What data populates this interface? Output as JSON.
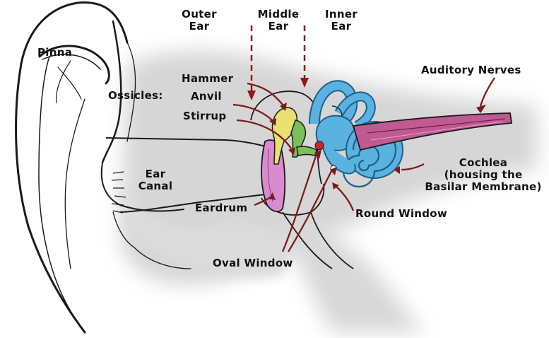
{
  "sections": {
    "outer": [
      "Outer",
      "Ear"
    ],
    "middle": [
      "Middle",
      "Ear"
    ],
    "inner": [
      "Inner",
      "Ear"
    ]
  },
  "labels": {
    "pinna": "Pinna",
    "ossicles": "Ossicles:",
    "hammer": "Hammer",
    "anvil": "Anvil",
    "stirrup": "Stirrup",
    "ear_canal": [
      "Ear",
      "Canal"
    ],
    "eardrum": "Eardrum",
    "oval_window": "Oval Window",
    "round_window": "Round Window",
    "auditory_nerves": "Auditory Nerves",
    "cochlea": [
      "Cochlea",
      "(housing the",
      "Basilar Membrane)"
    ]
  },
  "colors": {
    "outline": "#1a1a1a",
    "arrow": "#7a1c1c",
    "dashed_divider": "#8b1a1a",
    "cochlea": "#5ab2e0",
    "cochlea_dark": "#1f5f87",
    "eardrum": "#d98bd0",
    "nerve": "#b0407a",
    "ossicle_yellow": "#e8e070",
    "ossicle_green": "#7bbf5a",
    "window_red": "#d02030",
    "shadow": "#d4d4d4"
  }
}
